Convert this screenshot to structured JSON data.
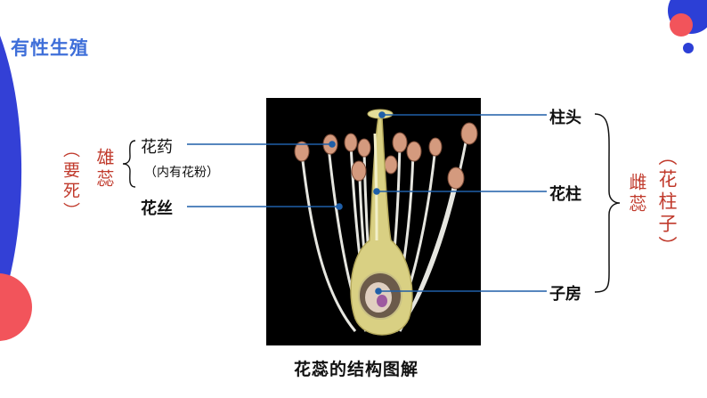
{
  "title": "有性生殖",
  "left": {
    "anther": "花药",
    "anther_note": "（内有花粉）",
    "filament": "花丝",
    "stamen": "雄蕊",
    "stamen_note": "（要死）"
  },
  "right": {
    "stigma": "柱头",
    "style": "花柱",
    "ovary": "子房",
    "pistil": "雌蕊",
    "pistil_note": "（花柱子）"
  },
  "caption": "花蕊的结构图解",
  "colors": {
    "title": "#3f6fd9",
    "accent_blue": "#2c3fd6",
    "accent_red": "#f2545b",
    "annotation_red": "#c0392b",
    "leader_line": "#1f5fa8"
  }
}
